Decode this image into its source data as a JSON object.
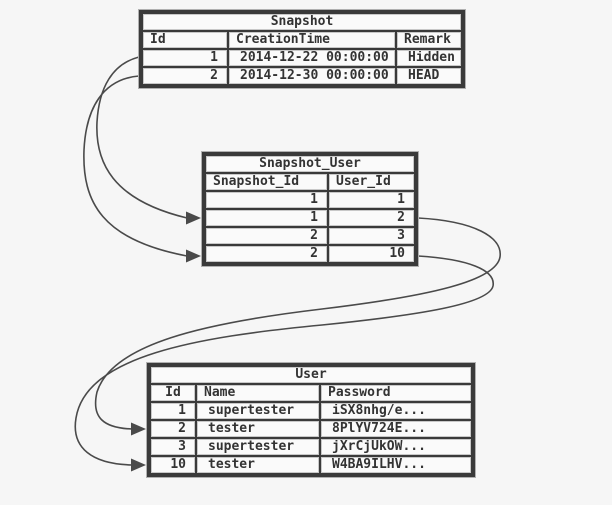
{
  "colors": {
    "page_bg": "#f6f6f6",
    "cell_bg": "#fafafa",
    "dark_border": "#3a3a3a",
    "light_border": "#c8c8c8",
    "text": "#333333",
    "arrow": "#4a4a4a"
  },
  "tables": {
    "snapshot": {
      "title": "Snapshot",
      "columns": [
        "Id",
        "CreationTime",
        "Remark"
      ],
      "rows": [
        [
          "1",
          "2014-12-22 00:00:00",
          "Hidden"
        ],
        [
          "2",
          "2014-12-30 00:00:00",
          "HEAD"
        ]
      ]
    },
    "snapshot_user": {
      "title": "Snapshot_User",
      "columns": [
        "Snapshot_Id",
        "User_Id"
      ],
      "rows": [
        [
          "1",
          "1"
        ],
        [
          "1",
          "2"
        ],
        [
          "2",
          "3"
        ],
        [
          "2",
          "10"
        ]
      ]
    },
    "user": {
      "title": "User",
      "columns": [
        "Id",
        "Name",
        "Password"
      ],
      "rows": [
        [
          "1",
          "supertester",
          "iSX8nhg/e..."
        ],
        [
          "2",
          "tester",
          "8PlYV724E..."
        ],
        [
          "3",
          "supertester",
          "jXrCjUkOW..."
        ],
        [
          "10",
          "tester",
          "W4BA9ILHV..."
        ]
      ]
    }
  },
  "relations": [
    {
      "from": "Snapshot.Id=1",
      "to": "Snapshot_User row (1,2)"
    },
    {
      "from": "Snapshot.Id=2",
      "to": "Snapshot_User row (2,10)"
    },
    {
      "from": "Snapshot_User.User_Id=2",
      "to": "User.Id=2"
    },
    {
      "from": "Snapshot_User.User_Id=10",
      "to": "User.Id=10"
    }
  ]
}
